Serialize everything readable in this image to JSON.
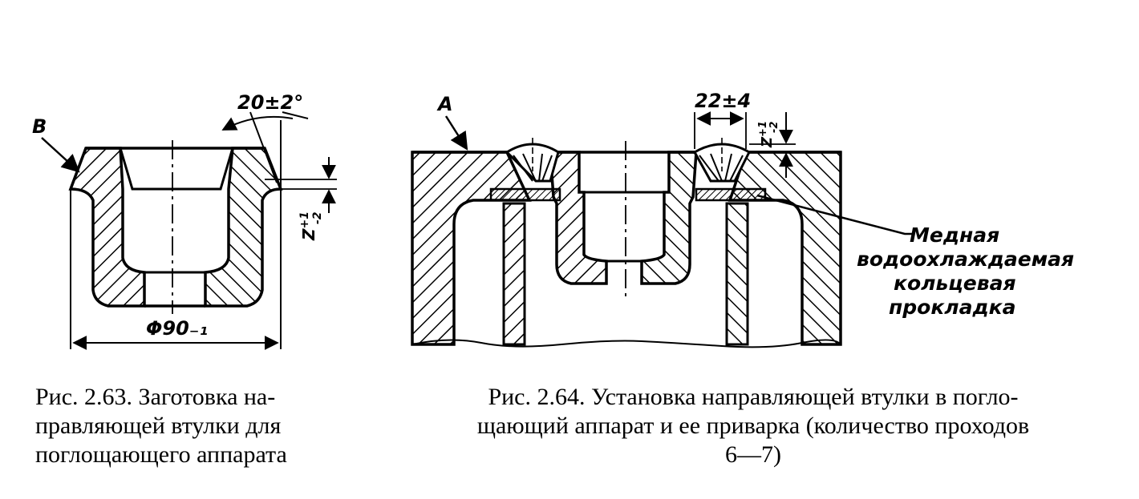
{
  "figure1": {
    "label_b": "B",
    "dim_angle": "20±2°",
    "dim_z": "Z+1\n-2",
    "dim_diameter": "Φ90₋₁",
    "caption": "Рис. 2.63. Заготовка на-\nправляющей втулки для\nпоглощающего аппарата"
  },
  "figure2": {
    "label_a": "A",
    "dim_width": "22±4",
    "dim_z": "Z+1\n-2",
    "note_lines": [
      "Медная",
      "водоохлаждаемая",
      "кольцевая",
      "прокладка"
    ],
    "caption": "Рис. 2.64. Установка направляющей втулки в погло-\nщающий аппарат и ее приварка (количество проходов\n6—7)"
  },
  "colors": {
    "ink": "#000000",
    "paper": "#ffffff"
  }
}
